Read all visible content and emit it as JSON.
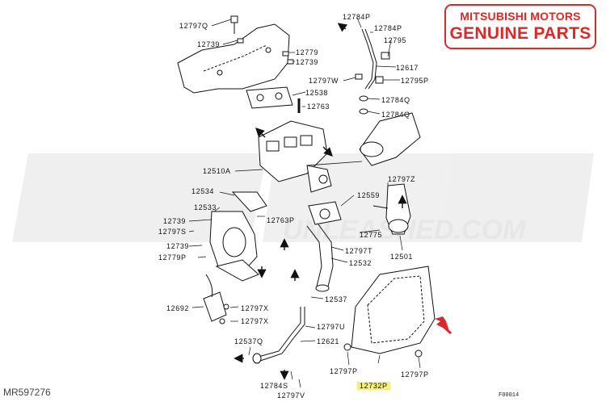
{
  "brand": {
    "line1": "MITSUBISHI MOTORS",
    "line2": "GENUINE PARTS",
    "color": "#d92a2a"
  },
  "watermark": {
    "text": "UNLEASHED.COM",
    "color": "#e7e7e7"
  },
  "catalog_number": "MR597276",
  "figure_id": "F00014",
  "highlight_color": "#f6ef7a",
  "callouts": {
    "c01": "12797Q",
    "c02": "12739",
    "c03": "12779",
    "c04": "12739",
    "c05": "12784P",
    "c06": "12784P",
    "c07": "12795",
    "c08": "12617",
    "c09": "12797W",
    "c10": "12795P",
    "c11": "12538",
    "c12": "12784Q",
    "c13": "12763",
    "c14": "12784Q",
    "c15": "12510A",
    "c16": "12797Z",
    "c17": "12534",
    "c18": "12559",
    "c19": "12533",
    "c20": "12739",
    "c21": "12763P",
    "c22": "12797S",
    "c23": "12775",
    "c24": "12797T",
    "c25": "12739",
    "c26": "12779P",
    "c27": "12532",
    "c28": "12501",
    "c29": "12537",
    "c30": "12692",
    "c31": "12797X",
    "c32": "12797X",
    "c33": "12797U",
    "c34": "12621",
    "c35": "12537Q",
    "c36": "12797P",
    "c37": "12797P",
    "c38": "12784S",
    "c39": "12797V",
    "c40": "12732P"
  }
}
